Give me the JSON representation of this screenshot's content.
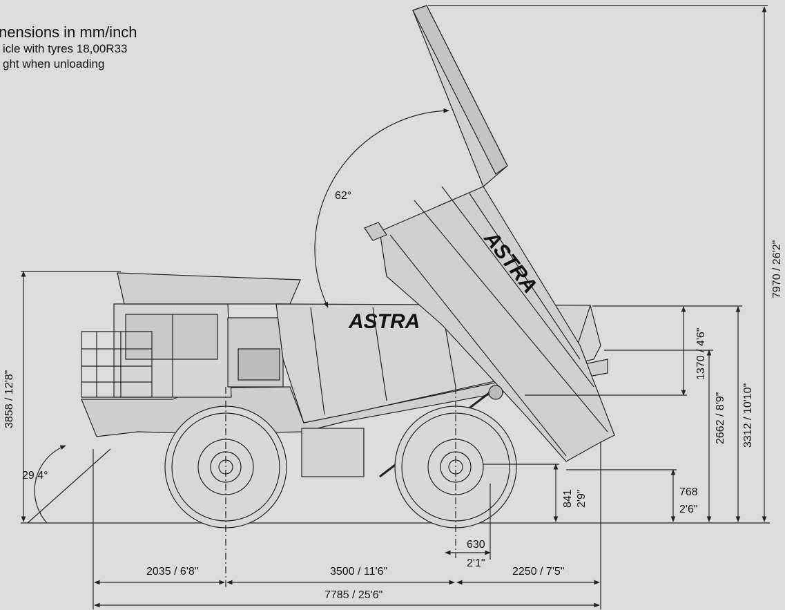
{
  "notes": {
    "heading": "nensions in mm/inch",
    "line1": "icle with tyres 18,00R33",
    "line2": "ght when unloading"
  },
  "brand": {
    "logo_text": "ASTRA"
  },
  "dimensions": {
    "tip_angle": "62°",
    "approach_angle": "29,4°",
    "overall_height": "3858 / 12'8\"",
    "raised_height": "7970 / 26'2\"",
    "body_depth": "1370 / 4'6\"",
    "body_floor_height": "2662 / 8'9\"",
    "body_top_height": "3312 / 10'10\"",
    "ground_clearance_mm": "841",
    "ground_clearance_in": "2'9\"",
    "rear_clearance_mm": "768",
    "rear_clearance_in": "2'6\"",
    "rear_offset_mm": "630",
    "rear_offset_in": "2'1\"",
    "front_overhang": "2035 / 6'8\"",
    "wheelbase": "3500 / 11'6\"",
    "rear_overhang": "2250 / 7'5\"",
    "overall_length": "7785 / 25'6\""
  },
  "colors": {
    "background": "#dcdcdc",
    "line": "#222222"
  }
}
